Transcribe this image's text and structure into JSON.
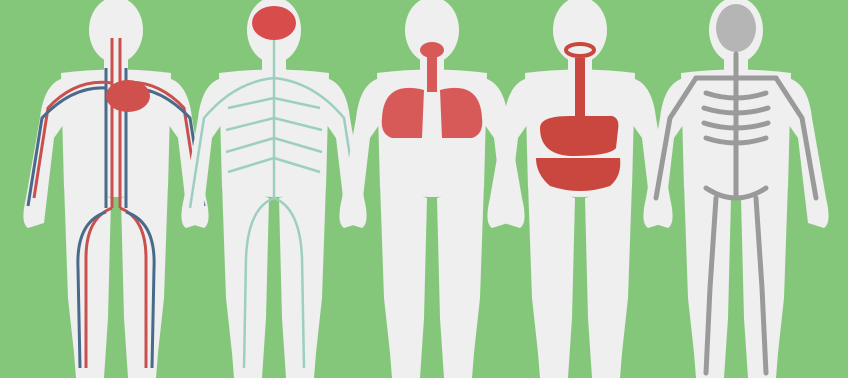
{
  "scene": {
    "background_color": "#84c77a",
    "body_color": "#eeefee",
    "figures": [
      {
        "system": "circulatory",
        "icon": "circulatory-system-icon",
        "colors": [
          "#c9504e",
          "#4a6a8c"
        ]
      },
      {
        "system": "nervous",
        "icon": "nervous-system-icon",
        "colors": [
          "#d84c4c",
          "#9ccfbf"
        ]
      },
      {
        "system": "respiratory",
        "icon": "lungs-icon",
        "colors": [
          "#d85a58"
        ]
      },
      {
        "system": "digestive",
        "icon": "digestive-system-icon",
        "colors": [
          "#c9473f"
        ]
      },
      {
        "system": "skeletal",
        "icon": "skeleton-icon",
        "colors": [
          "#9a9a9a"
        ]
      }
    ]
  }
}
